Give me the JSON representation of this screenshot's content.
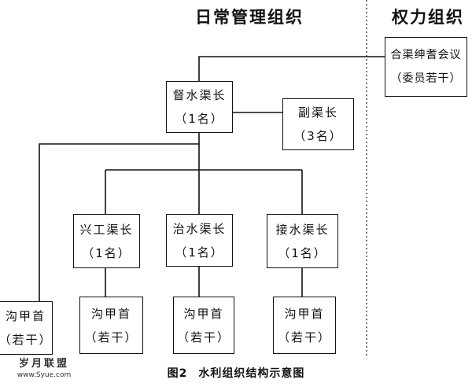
{
  "headers": {
    "daily": "日常管理组织",
    "power": "权力组织"
  },
  "nodes": {
    "council": {
      "title": "合渠绅耆会议",
      "sub": "（委员若干）"
    },
    "chief": {
      "title": "督水渠长",
      "sub": "（1名）"
    },
    "deputy": {
      "title": "副渠长",
      "sub": "（3名）"
    },
    "xinggong": {
      "title": "兴工渠长",
      "sub": "（1名）"
    },
    "zhishui": {
      "title": "治水渠长",
      "sub": "（1名）"
    },
    "jieshui": {
      "title": "接水渠长",
      "sub": "（1名）"
    },
    "gou1": {
      "title": "沟甲首",
      "sub": "（若干）"
    },
    "gou2": {
      "title": "沟甲首",
      "sub": "（若干）"
    },
    "gou3": {
      "title": "沟甲首",
      "sub": "（若干）"
    },
    "gou4": {
      "title": "沟甲首",
      "sub": "（若干）"
    }
  },
  "caption": {
    "figure": "图2",
    "text": "水利组织结构示意图"
  },
  "watermark": {
    "name": "岁月联盟",
    "url": "www.Syue.com"
  }
}
